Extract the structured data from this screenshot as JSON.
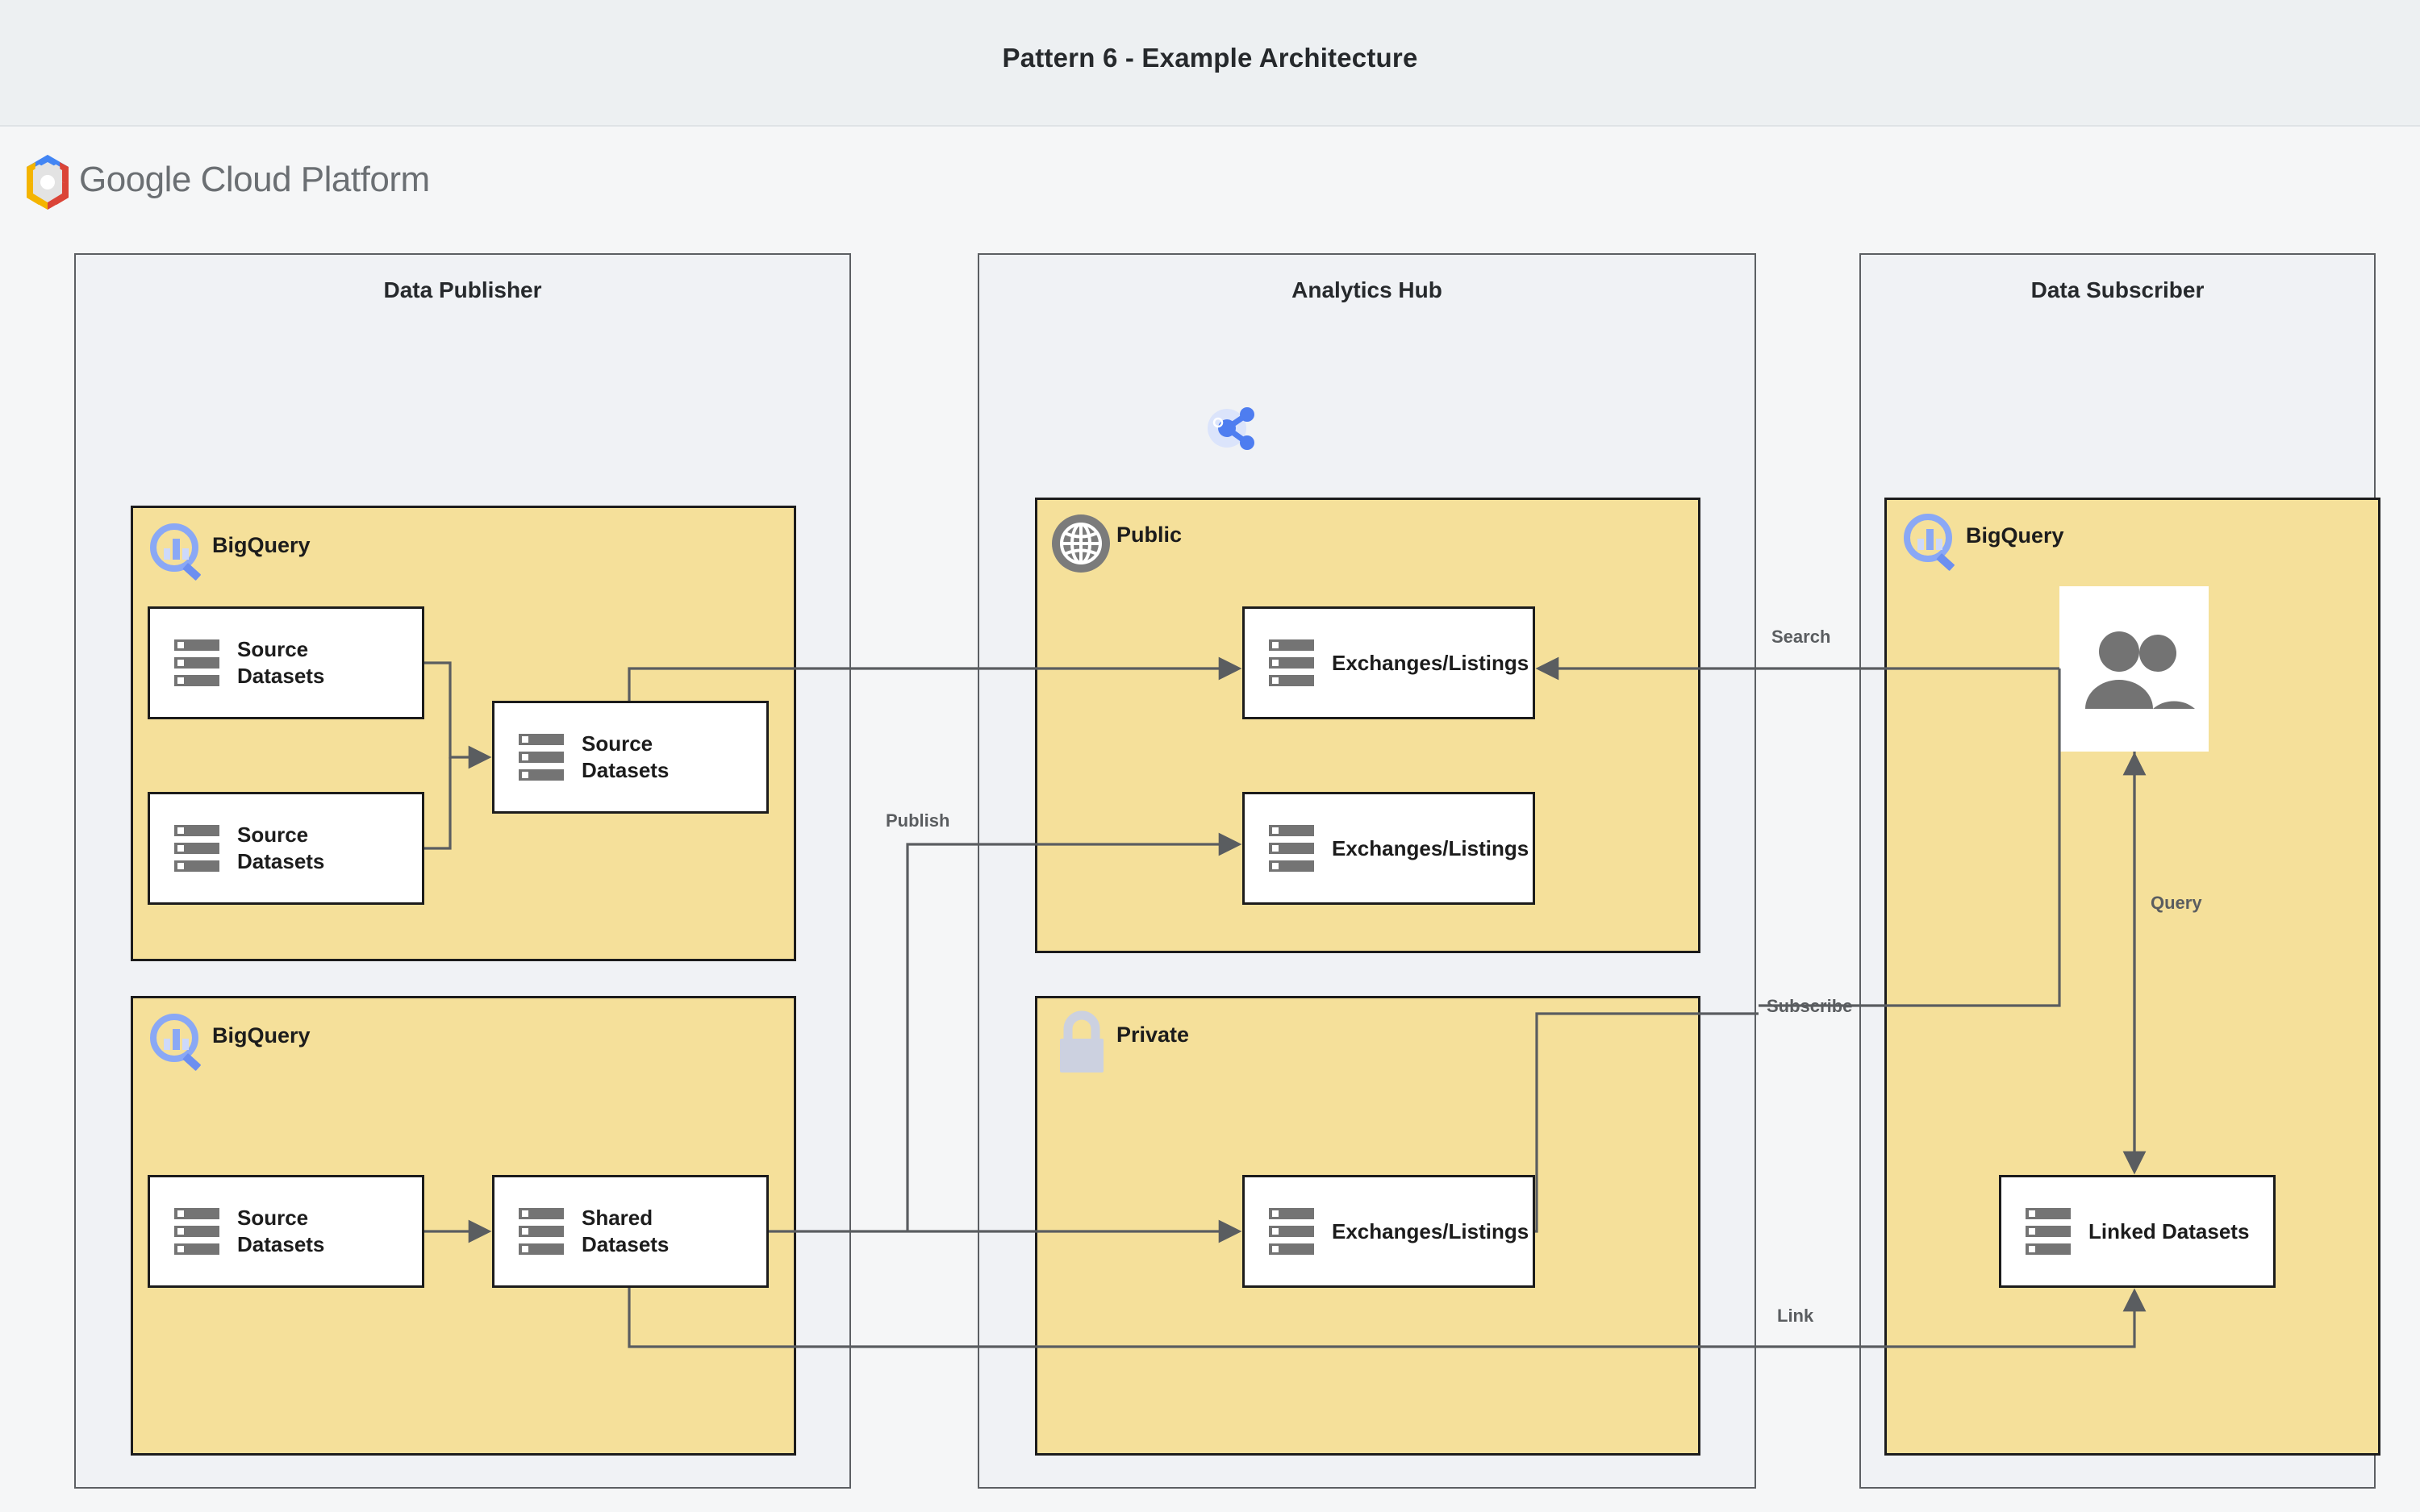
{
  "header": {
    "title": "Pattern 6 - Example Architecture"
  },
  "brand": {
    "logo_icon": "google-cloud-hexagon-icon",
    "word_google": "Google",
    "word_cloud_platform": " Cloud Platform"
  },
  "colors": {
    "title_bar_bg": "#edf0f2",
    "canvas_bg": "#f5f6f7",
    "group_bg": "#f0f2f5",
    "group_border": "#5c5f63",
    "zone_fill": "#f5e09a",
    "zone_border": "#1c1c1c",
    "node_fill": "#ffffff",
    "node_border": "#1c1c1c",
    "icon_gray": "#747474",
    "bigquery_blue": "#6c8ff0",
    "analytics_hub_blue": "#4e7df0",
    "wire": "#5a5d60",
    "edge_label": "#5a5d60",
    "lock_gray": "#ccd1e0",
    "globe_circle": "#7b7b7b"
  },
  "groups": [
    {
      "id": "publisher",
      "title": "Data Publisher",
      "icon": null
    },
    {
      "id": "hub",
      "title": "Analytics Hub",
      "icon": "analytics-hub-share-icon"
    },
    {
      "id": "subscriber",
      "title": "Data Subscriber",
      "icon": null
    }
  ],
  "zones": [
    {
      "id": "pub-bq-top",
      "label": "BigQuery",
      "icon": "bigquery-magnifier-icon"
    },
    {
      "id": "pub-bq-bottom",
      "label": "BigQuery",
      "icon": "bigquery-magnifier-icon"
    },
    {
      "id": "hub-public",
      "label": "Public",
      "icon": "globe-icon"
    },
    {
      "id": "hub-private",
      "label": "Private",
      "icon": "lock-icon"
    },
    {
      "id": "sub-bq",
      "label": "BigQuery",
      "icon": "bigquery-magnifier-icon"
    }
  ],
  "nodes": [
    {
      "id": "pub-src-1",
      "label": "Source Datasets",
      "icon": "dataset-stack-icon"
    },
    {
      "id": "pub-src-2",
      "label": "Source Datasets",
      "icon": "dataset-stack-icon"
    },
    {
      "id": "pub-src-3",
      "label": "Source Datasets",
      "icon": "dataset-stack-icon"
    },
    {
      "id": "pub-src-4",
      "label": "Source Datasets",
      "icon": "dataset-stack-icon"
    },
    {
      "id": "pub-shared",
      "label": "Shared Datasets",
      "icon": "dataset-stack-icon"
    },
    {
      "id": "hub-ex-1",
      "label": "Exchanges/Listings",
      "icon": "dataset-stack-icon"
    },
    {
      "id": "hub-ex-2",
      "label": "Exchanges/Listings",
      "icon": "dataset-stack-icon"
    },
    {
      "id": "hub-ex-3",
      "label": "Exchanges/Listings",
      "icon": "dataset-stack-icon"
    },
    {
      "id": "sub-users",
      "label": "",
      "icon": "users-icon"
    },
    {
      "id": "sub-linked",
      "label": "Linked Datasets",
      "icon": "dataset-stack-icon"
    }
  ],
  "edge_labels": [
    {
      "id": "publish",
      "text": "Publish"
    },
    {
      "id": "search",
      "text": "Search"
    },
    {
      "id": "subscribe",
      "text": "Subscribe"
    },
    {
      "id": "query",
      "text": "Query"
    },
    {
      "id": "link",
      "text": "Link"
    }
  ]
}
